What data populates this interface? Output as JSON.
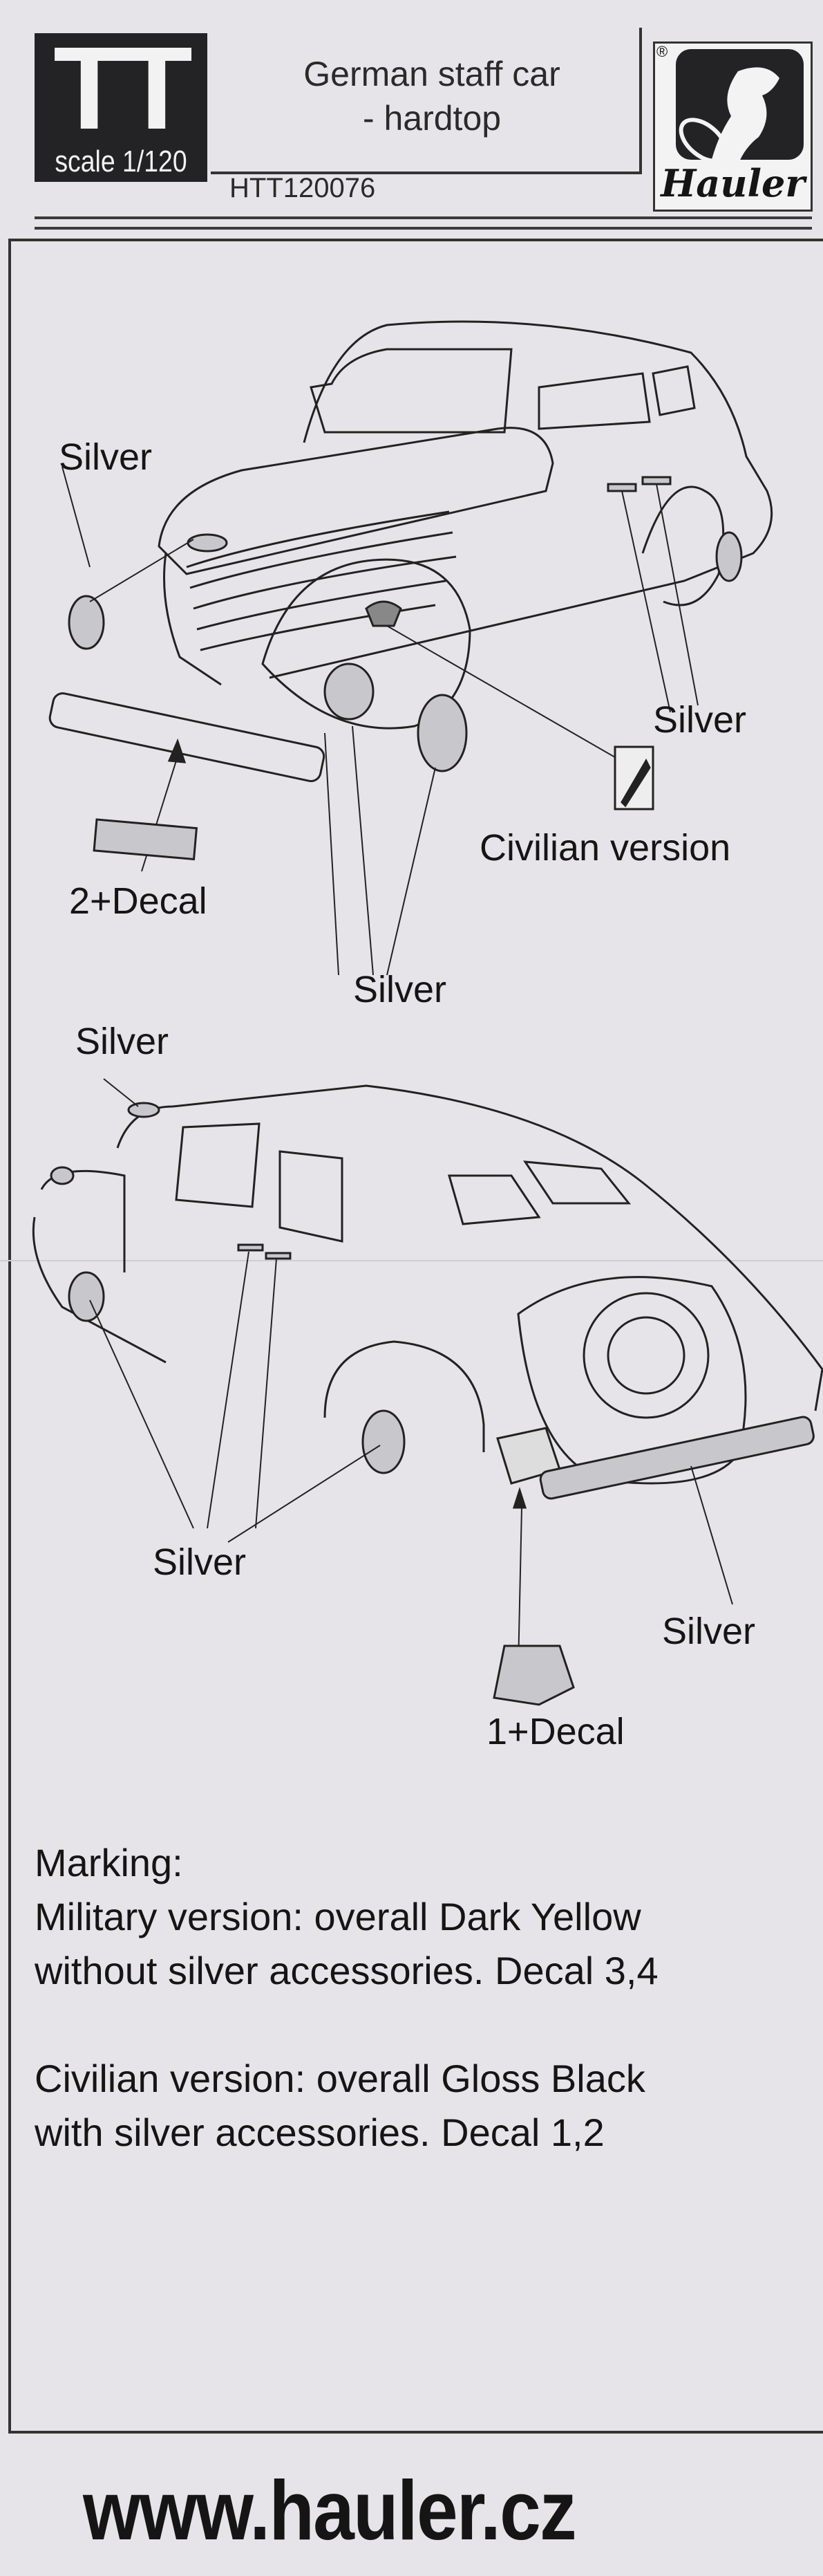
{
  "header": {
    "scale_logo": {
      "letters": "TT",
      "scale": "scale 1/120"
    },
    "title_line1": "German staff car",
    "title_line2": "- hardtop",
    "product_code": "HTT120076",
    "brand": {
      "name": "Hauler",
      "registered": "®"
    }
  },
  "front_view": {
    "labels": {
      "silver_left": "Silver",
      "silver_right": "Silver",
      "civilian_version": "Civilian version",
      "decal_front": "2+Decal",
      "silver_wheels": "Silver"
    }
  },
  "rear_view": {
    "labels": {
      "silver_top": "Silver",
      "silver_bottom": "Silver",
      "silver_rear": "Silver",
      "decal_rear": "1+Decal"
    }
  },
  "marking": {
    "heading": "Marking:",
    "military_line1": "Military version: overall Dark Yellow",
    "military_line2": "without silver accessories. Decal 3,4",
    "civilian_line1": "Civilian version: overall Gloss Black",
    "civilian_line2": "with silver accessories. Decal 1,2"
  },
  "footer": {
    "website": "www.hauler.cz"
  },
  "colors": {
    "ink": "#151515",
    "paper": "#e6e4e8",
    "silver_fill": "#c8c8cc"
  }
}
